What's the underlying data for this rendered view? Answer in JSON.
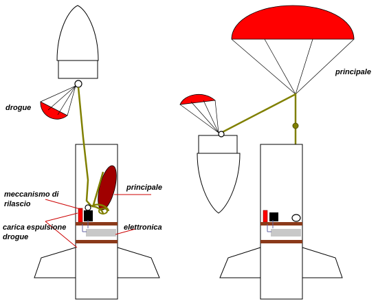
{
  "labels": {
    "drogue": "drogue",
    "principale_left": "principale",
    "meccanismo_line1": "meccanismo di",
    "meccanismo_line2": "rilascio",
    "carica_line1": "carica espulsione",
    "carica_line2": "drogue",
    "elettronica": "elettronica",
    "principale_right": "principale"
  },
  "colors": {
    "canopy_red": "#ff0000",
    "main_chute_dark_red": "#a00000",
    "shock_cord": "#808000",
    "bulkhead_brown": "#8b3a1a",
    "electronics_gray": "#c8c8c8",
    "leader_line": "#cc0000"
  }
}
